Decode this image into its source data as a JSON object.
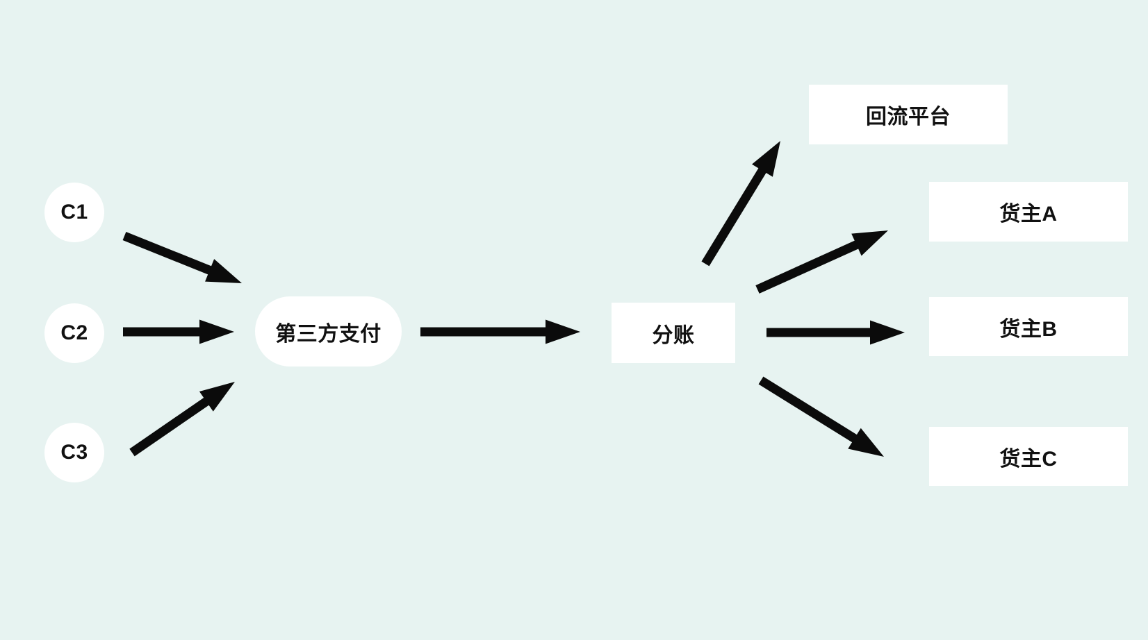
{
  "diagram": {
    "type": "flowchart",
    "colors": {
      "background": "#e7f3f1",
      "node_fill": "#ffffff",
      "text": "#111111",
      "arrow": "#0b0b0b"
    },
    "nodes": [
      {
        "id": "c1",
        "label": "C1",
        "shape": "circle"
      },
      {
        "id": "c2",
        "label": "C2",
        "shape": "circle"
      },
      {
        "id": "c3",
        "label": "C3",
        "shape": "circle"
      },
      {
        "id": "payment",
        "label": "第三方支付",
        "shape": "pill"
      },
      {
        "id": "split",
        "label": "分账",
        "shape": "rect"
      },
      {
        "id": "platform",
        "label": "回流平台",
        "shape": "rect"
      },
      {
        "id": "ownerA",
        "label": "货主A",
        "shape": "rect"
      },
      {
        "id": "ownerB",
        "label": "货主B",
        "shape": "rect"
      },
      {
        "id": "ownerC",
        "label": "货主C",
        "shape": "rect"
      }
    ],
    "edges": [
      {
        "from": "c1",
        "to": "payment"
      },
      {
        "from": "c2",
        "to": "payment"
      },
      {
        "from": "c3",
        "to": "payment"
      },
      {
        "from": "payment",
        "to": "split"
      },
      {
        "from": "split",
        "to": "platform"
      },
      {
        "from": "split",
        "to": "ownerA"
      },
      {
        "from": "split",
        "to": "ownerB"
      },
      {
        "from": "split",
        "to": "ownerC"
      }
    ]
  }
}
